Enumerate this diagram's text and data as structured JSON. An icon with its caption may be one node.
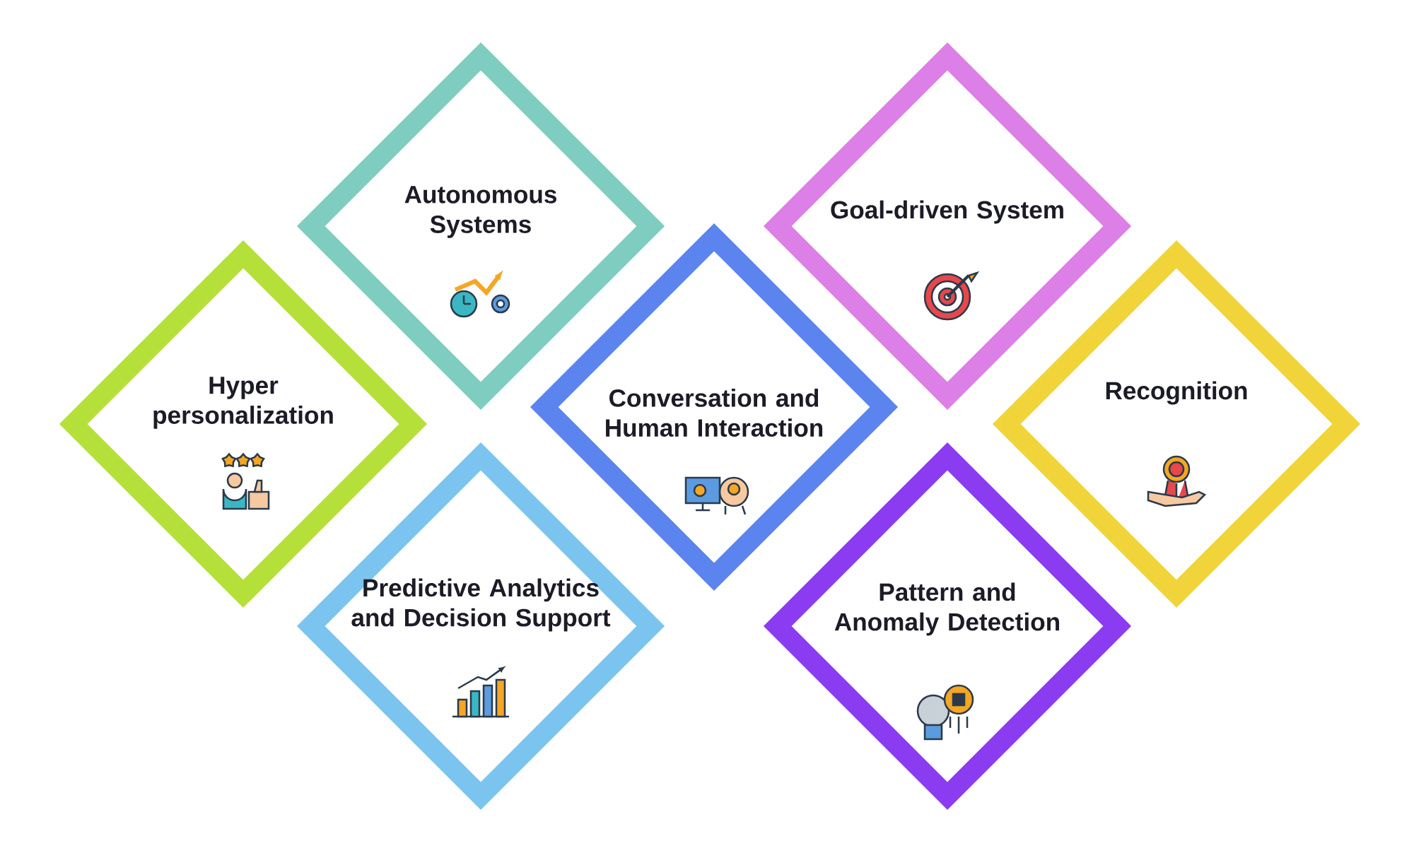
{
  "diagram": {
    "nodes": [
      {
        "text": [
          "Autonomous Systems"
        ]
      },
      {
        "text": [
          "Goal-driven System"
        ]
      },
      {
        "text": [
          "Hyper personalization"
        ]
      },
      {
        "text": [
          "Conversation and Human Interaction"
        ]
      },
      {
        "text": [
          "Recognition"
        ]
      },
      {
        "text": [
          "Predictive Analytics and Decision Support"
        ]
      },
      {
        "text": [
          "Pattern and Anomaly Detection"
        ]
      }
    ]
  }
}
